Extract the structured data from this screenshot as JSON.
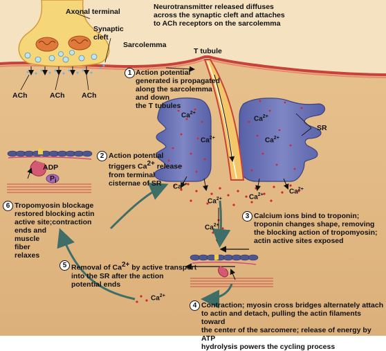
{
  "labels": {
    "axonal_terminal": "Axonal terminal",
    "synaptic_cleft": "Synaptic\ncleft",
    "sarcolemma": "Sarcolemma",
    "t_tubule": "T tubule",
    "sr": "SR",
    "ach": "ACh",
    "adp": "ADP",
    "pi": "P",
    "pi_sub": "i",
    "ca": "Ca",
    "ca_sup": "2+"
  },
  "top_note": "Neurotransmitter released diffuses\nacross the synaptic cleft and attaches\nto ACh receptors on the sarcolemma",
  "steps": [
    {
      "num": "1",
      "text": "Action potential\ngenerated is propagated\nalong the sarcolemma\nand down\nthe T tubules"
    },
    {
      "num": "2",
      "line1": "Action potential",
      "line2_pre": "triggers Ca",
      "line2_sup": "2+",
      "line2_post": " release",
      "line3": "from terminal",
      "line4": "cisternae of SR"
    },
    {
      "num": "3",
      "text": "Calcium ions bind to troponin;\ntroponin changes shape, removing\nthe blocking action of tropomyosin;\nactin active sites exposed"
    },
    {
      "num": "4",
      "text": "Contraction; myosin cross bridges alternately attach\nto actin and detach, pulling the actin filaments toward\nthe center of the sarcomere; release of energy by ATP\nhydrolysis powers the cycling process"
    },
    {
      "num": "5",
      "line1_pre": "Removal of Ca",
      "line1_sup": "2+",
      "line1_post": " by active transport",
      "line2": "into the SR after the action",
      "line3": "potential ends"
    },
    {
      "num": "6",
      "text": "Tropomyosin blockage\nrestored blocking actin\nactive site;contraction\nends and\nmuscle\nfiber\nrelaxes"
    }
  ],
  "colors": {
    "background": "#f3dcb6",
    "cytoplasm": "#e6bf8a",
    "sarcolemma": "#c8423a",
    "terminal": "#f5d679",
    "sr": "#6a71b4",
    "calcium": "#d2282a",
    "arrows": "#3e6e67"
  }
}
